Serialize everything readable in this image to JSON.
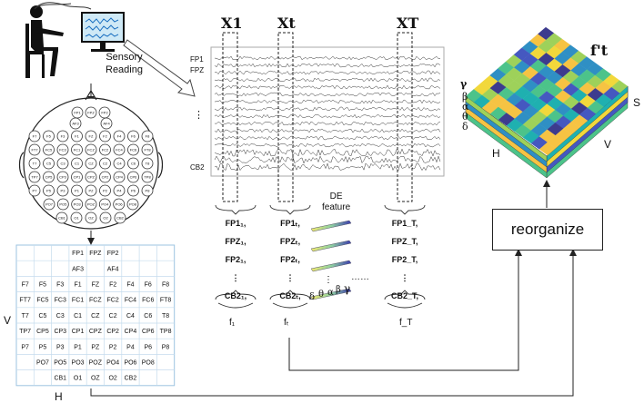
{
  "person": {
    "reading_label": "Sensory\nReading"
  },
  "eeg": {
    "time_labels": [
      "X1",
      "Xt",
      "XT"
    ],
    "channel_labels": [
      "FP1",
      "FPZ",
      "⋮",
      "CB2"
    ]
  },
  "features": {
    "columns": [
      {
        "sub": "1",
        "items": [
          "FP1₁,",
          "FPZ₁,",
          "FP2₁,",
          "⋮",
          "CB2₁,"
        ],
        "f_label": "f₁"
      },
      {
        "sub": "t",
        "items": [
          "FP1ₜ,",
          "FPZₜ,",
          "FP2ₜ,",
          "⋮",
          "CB2ₜ,"
        ],
        "f_label": "fₜ"
      },
      {
        "sub": "T",
        "items": [
          "FP1_T,",
          "FPZ_T,",
          "FP2_T,",
          "⋮",
          "CB2_T,"
        ],
        "f_label": "f_T"
      }
    ],
    "de_label": "DE\nfeature",
    "band_labels": [
      "δ",
      "θ",
      "α",
      "β",
      "γ"
    ],
    "ellipsis": "……"
  },
  "reorganize": {
    "label": "reorganize"
  },
  "cube": {
    "title": "f't",
    "bands": [
      "γ",
      "β",
      "α",
      "θ",
      "δ"
    ],
    "axis_h": "H",
    "axis_v": "V",
    "axis_s": "S"
  },
  "electrode_grid": {
    "rows": [
      [
        "",
        "",
        "",
        "FP1",
        "FPZ",
        "FP2",
        "",
        "",
        ""
      ],
      [
        "",
        "",
        "",
        "AF3",
        "",
        "AF4",
        "",
        "",
        ""
      ],
      [
        "F7",
        "F5",
        "F3",
        "F1",
        "FZ",
        "F2",
        "F4",
        "F6",
        "F8"
      ],
      [
        "FT7",
        "FC5",
        "FC3",
        "FC1",
        "FCZ",
        "FC2",
        "FC4",
        "FC6",
        "FT8"
      ],
      [
        "T7",
        "C5",
        "C3",
        "C1",
        "CZ",
        "C2",
        "C4",
        "C6",
        "T8"
      ],
      [
        "TP7",
        "CP5",
        "CP3",
        "CP1",
        "CPZ",
        "CP2",
        "CP4",
        "CP6",
        "TP8"
      ],
      [
        "P7",
        "P5",
        "P3",
        "P1",
        "PZ",
        "P2",
        "P4",
        "P6",
        "P8"
      ],
      [
        "",
        "PO7",
        "PO5",
        "PO3",
        "POZ",
        "PO4",
        "PO6",
        "PO8",
        ""
      ],
      [
        "",
        "",
        "CB1",
        "O1",
        "OZ",
        "O2",
        "CB2",
        "",
        ""
      ]
    ],
    "axis_v": "V",
    "axis_h": "H"
  },
  "head_map": {
    "electrodes": [
      "FP1",
      "FPZ",
      "FP2",
      "AF3",
      "AF4",
      "F7",
      "F5",
      "F3",
      "F1",
      "FZ",
      "F2",
      "F4",
      "F6",
      "F8",
      "FT7",
      "FC5",
      "FC3",
      "FC1",
      "FCZ",
      "FC2",
      "FC4",
      "FC6",
      "FT8",
      "T7",
      "C5",
      "C3",
      "C1",
      "CZ",
      "C2",
      "C4",
      "C6",
      "T8",
      "TP7",
      "CP5",
      "CP3",
      "CP1",
      "CPZ",
      "CP2",
      "CP4",
      "CP6",
      "TP8",
      "P7",
      "P5",
      "P3",
      "P1",
      "PZ",
      "P2",
      "P4",
      "P6",
      "P8",
      "PO7",
      "PO5",
      "PO3",
      "POZ",
      "PO4",
      "PO6",
      "PO8",
      "CB1",
      "O1",
      "OZ",
      "O2",
      "CB2"
    ]
  }
}
